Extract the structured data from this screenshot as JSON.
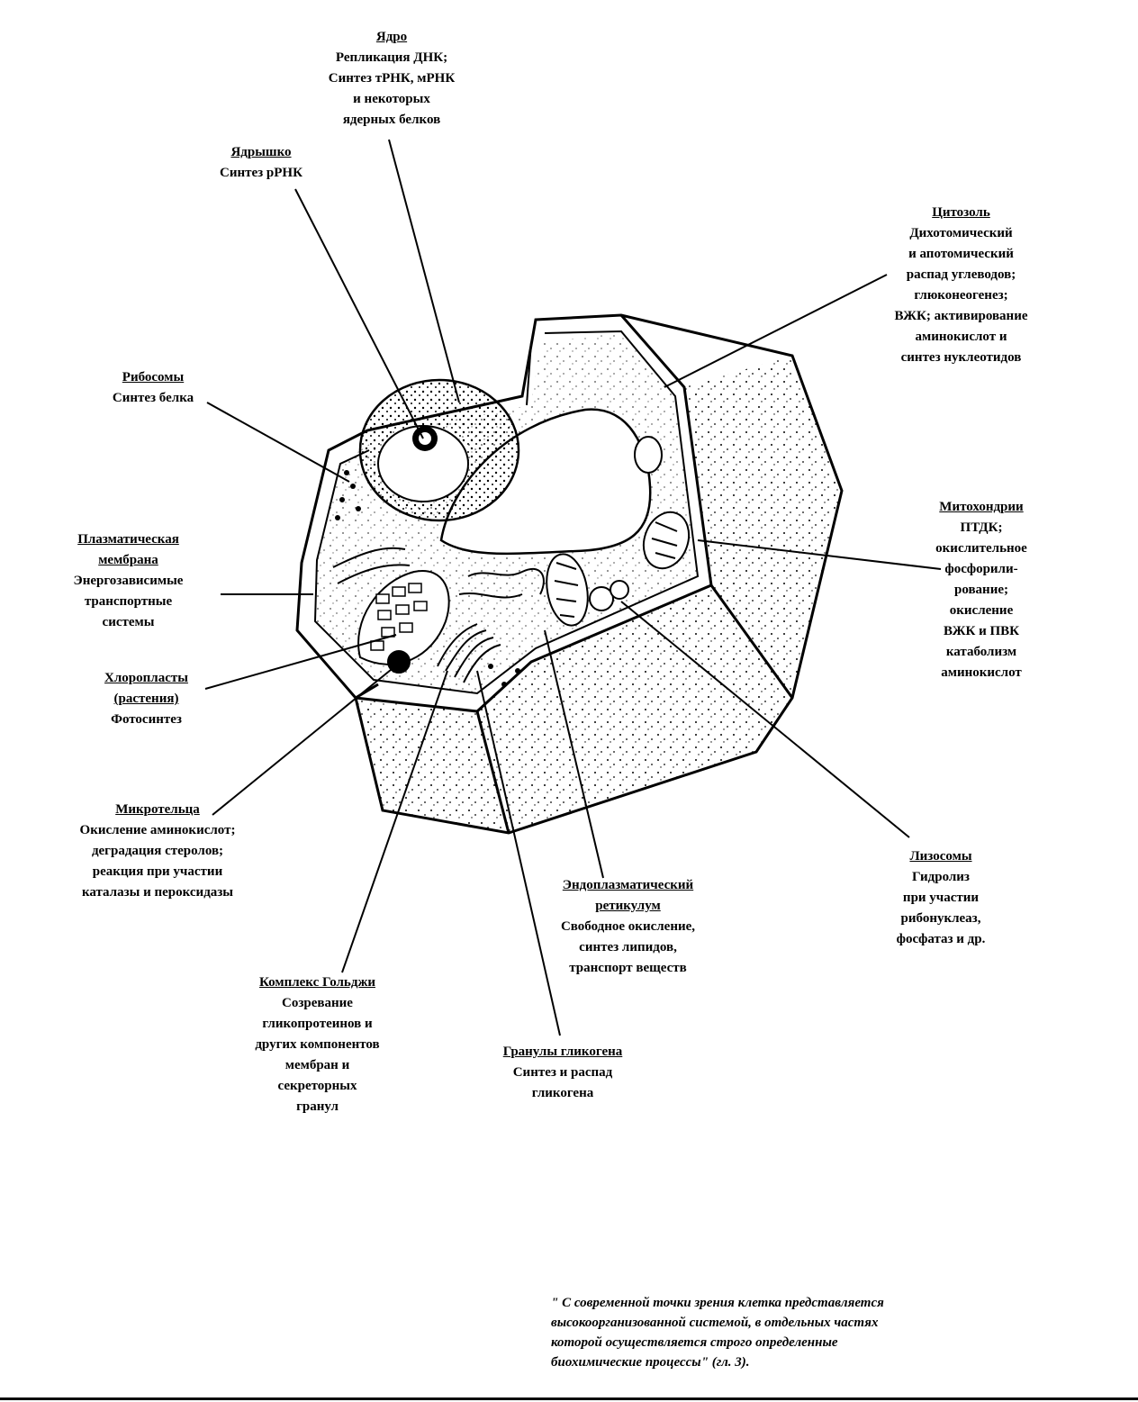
{
  "labels": {
    "nucleus": {
      "title": "Ядро",
      "lines": [
        "Репликация ДНК;",
        "Синтез тРНК, мРНК",
        "и некоторых",
        "ядерных белков"
      ]
    },
    "nucleolus": {
      "title": "Ядрышко",
      "lines": [
        "Синтез рРНК"
      ]
    },
    "cytosol": {
      "title": "Цитозоль",
      "lines": [
        "Дихотомический",
        "и апотомический",
        "распад углеводов;",
        "глюконеогенез;",
        "ВЖК; активирование",
        "аминокислот и",
        "синтез нуклеотидов"
      ]
    },
    "ribosomes": {
      "title": "Рибосомы",
      "lines": [
        "Синтез белка"
      ]
    },
    "plasma_membrane": {
      "title_lines": [
        "Плазматическая",
        "мембрана"
      ],
      "lines": [
        "Энергозависимые",
        "транспортные",
        "системы"
      ]
    },
    "mitochondria": {
      "title": "Митохондрии",
      "lines": [
        "ПТДК;",
        "окислительное",
        "фосфорили-",
        "рование;",
        "окисление",
        "ВЖК и ПВК",
        "катаболизм",
        "аминокислот"
      ]
    },
    "chloroplasts": {
      "title_lines": [
        "Хлоропласты",
        "(растения)"
      ],
      "lines": [
        "Фотосинтез"
      ]
    },
    "microbodies": {
      "title": "Микротельца",
      "lines": [
        "Окисление аминокислот;",
        "деградация стеролов;",
        "реакция при участии",
        "каталазы и пероксидазы"
      ]
    },
    "lysosomes": {
      "title": "Лизосомы",
      "lines": [
        "Гидролиз",
        "при участии",
        "рибонуклеаз,",
        "фосфатаз и др."
      ]
    },
    "er": {
      "title_lines": [
        "Эндоплазматический",
        "ретикулум"
      ],
      "lines": [
        "Свободное окисление,",
        "синтез липидов,",
        "транспорт веществ"
      ]
    },
    "golgi": {
      "title": "Комплекс Гольджи",
      "lines": [
        "Созревание",
        "гликопротеинов и",
        "других компонентов",
        "мембран и",
        "секреторных",
        "гранул"
      ]
    },
    "glycogen": {
      "title": "Гранулы гликогена",
      "lines": [
        "Синтез и распад",
        "гликогена"
      ]
    }
  },
  "quote": [
    "\" С современной точки зрения клетка представляется",
    "высокоорганизованной системой, в отдельных частях",
    "которой осуществляется строго определенные",
    "биохимические процессы\"   (гл. 3)."
  ]
}
